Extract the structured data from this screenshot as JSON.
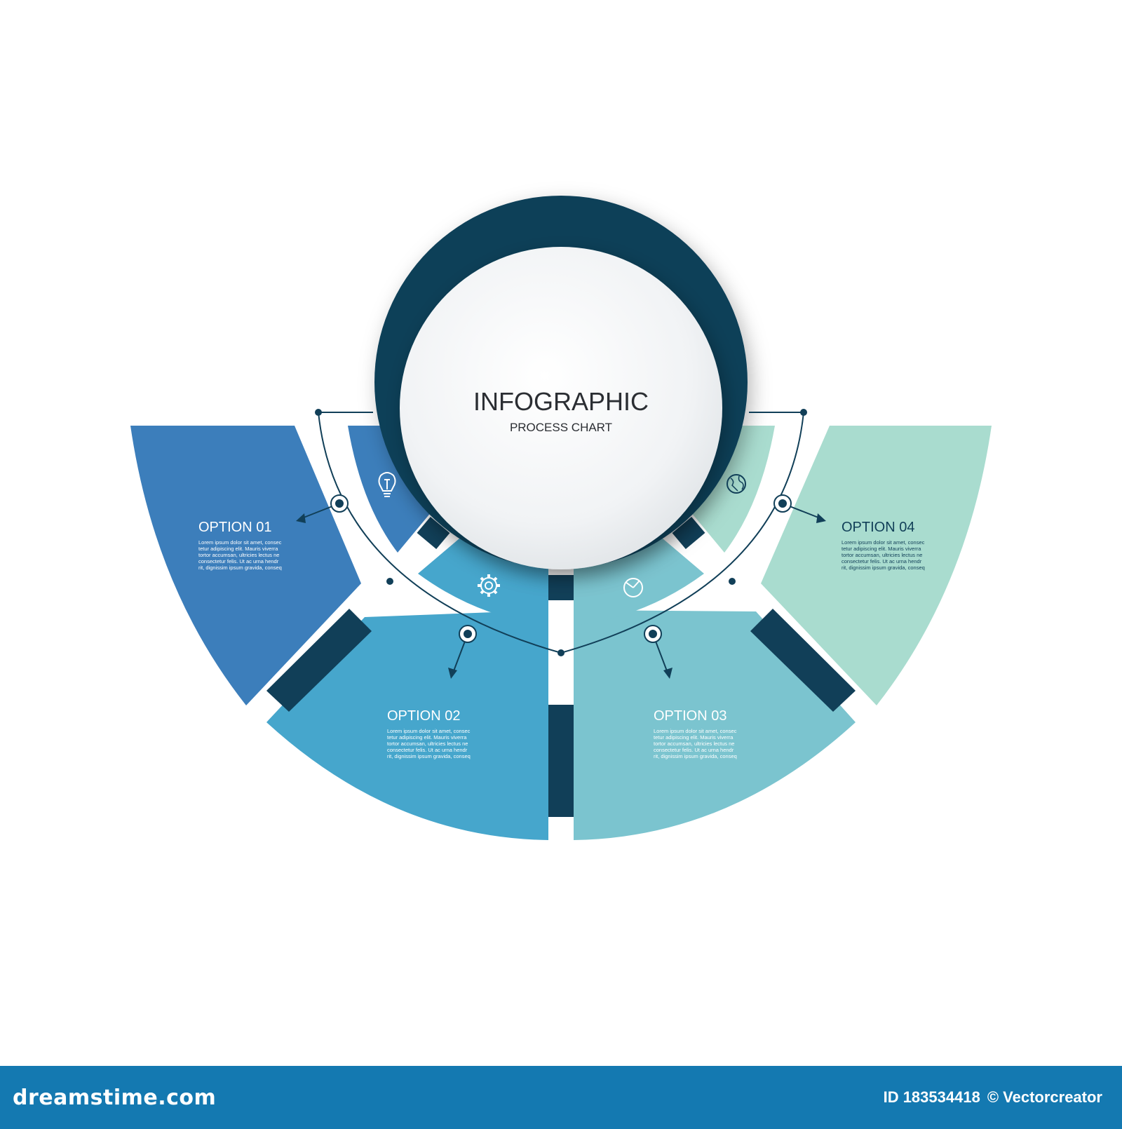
{
  "center": {
    "title": "INFOGRAPHIC",
    "subtitle": "PROCESS CHART"
  },
  "options": [
    {
      "label": "OPTION 01",
      "text": [
        "Lorem ipsum dolor sit amet, consec",
        "tetur adipiscing elit. Mauris viverra",
        "tortor accumsan, ultricies lectus ne",
        "consectetur felis. Ut ac urna hendr",
        "rit, dignissim ipsum gravida, conseq"
      ],
      "icon": "lightbulb-icon",
      "color": "#3c7ebb",
      "inner_color": "#3c7ebb"
    },
    {
      "label": "OPTION 02",
      "text": [
        "Lorem ipsum dolor sit amet, consec",
        "tetur adipiscing elit. Mauris viverra",
        "tortor accumsan, ultricies lectus ne",
        "consectetur felis. Ut ac urna hendr",
        "rit, dignissim ipsum gravida, conseq"
      ],
      "icon": "gear-icon",
      "color": "#46a6cc",
      "inner_color": "#46a6cc"
    },
    {
      "label": "OPTION 03",
      "text": [
        "Lorem ipsum dolor sit amet, consec",
        "tetur adipiscing elit. Mauris viverra",
        "tortor accumsan, ultricies lectus ne",
        "consectetur felis. Ut ac urna hendr",
        "rit, dignissim ipsum gravida, conseq"
      ],
      "icon": "pie-chart-icon",
      "color": "#7bc4cf",
      "inner_color": "#7bc4cf"
    },
    {
      "label": "OPTION 04",
      "text": [
        "Lorem ipsum dolor sit amet, consec",
        "tetur adipiscing elit. Mauris viverra",
        "tortor accumsan, ultricies lectus ne",
        "consectetur felis. Ut ac urna hendr",
        "rit, dignissim ipsum gravida, conseq"
      ],
      "icon": "globe-icon",
      "color": "#a9dccf",
      "inner_color": "#a9dccf"
    }
  ],
  "colors": {
    "dark": "#113f58",
    "ring_face": "#eef1f3",
    "footer": "#1479b1"
  },
  "footer": {
    "brand": "dreamstime.com",
    "id": "ID 183534418",
    "credit": "© Vectorcreator"
  }
}
